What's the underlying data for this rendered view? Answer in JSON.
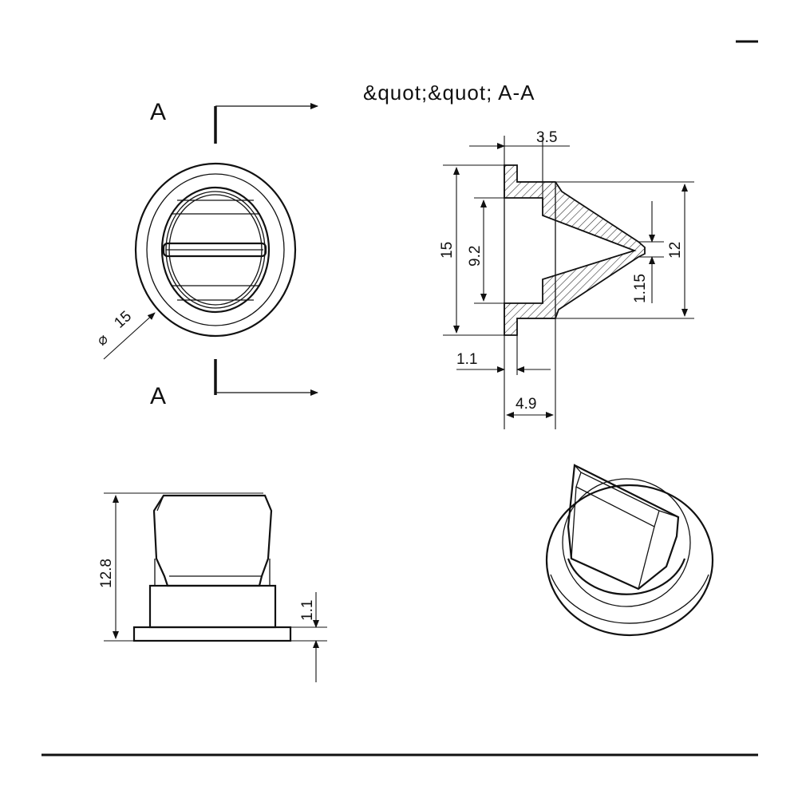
{
  "title": "&quot;&quot; A-A",
  "section_markers": {
    "top": "A",
    "bottom": "A"
  },
  "front_view": {
    "diameter_symbol": "⌀",
    "diameter_value": "15"
  },
  "section_view": {
    "dim_flange_offset": "3.5",
    "dim_overall_height": "15",
    "dim_inner_height": "9.2",
    "dim_tip_height": "12",
    "dim_slit": "1.15",
    "dim_flange_thickness": "1.1",
    "dim_overall_depth": "4.9"
  },
  "side_view": {
    "dim_total_height": "12.8",
    "dim_base_thickness": "1.1"
  }
}
